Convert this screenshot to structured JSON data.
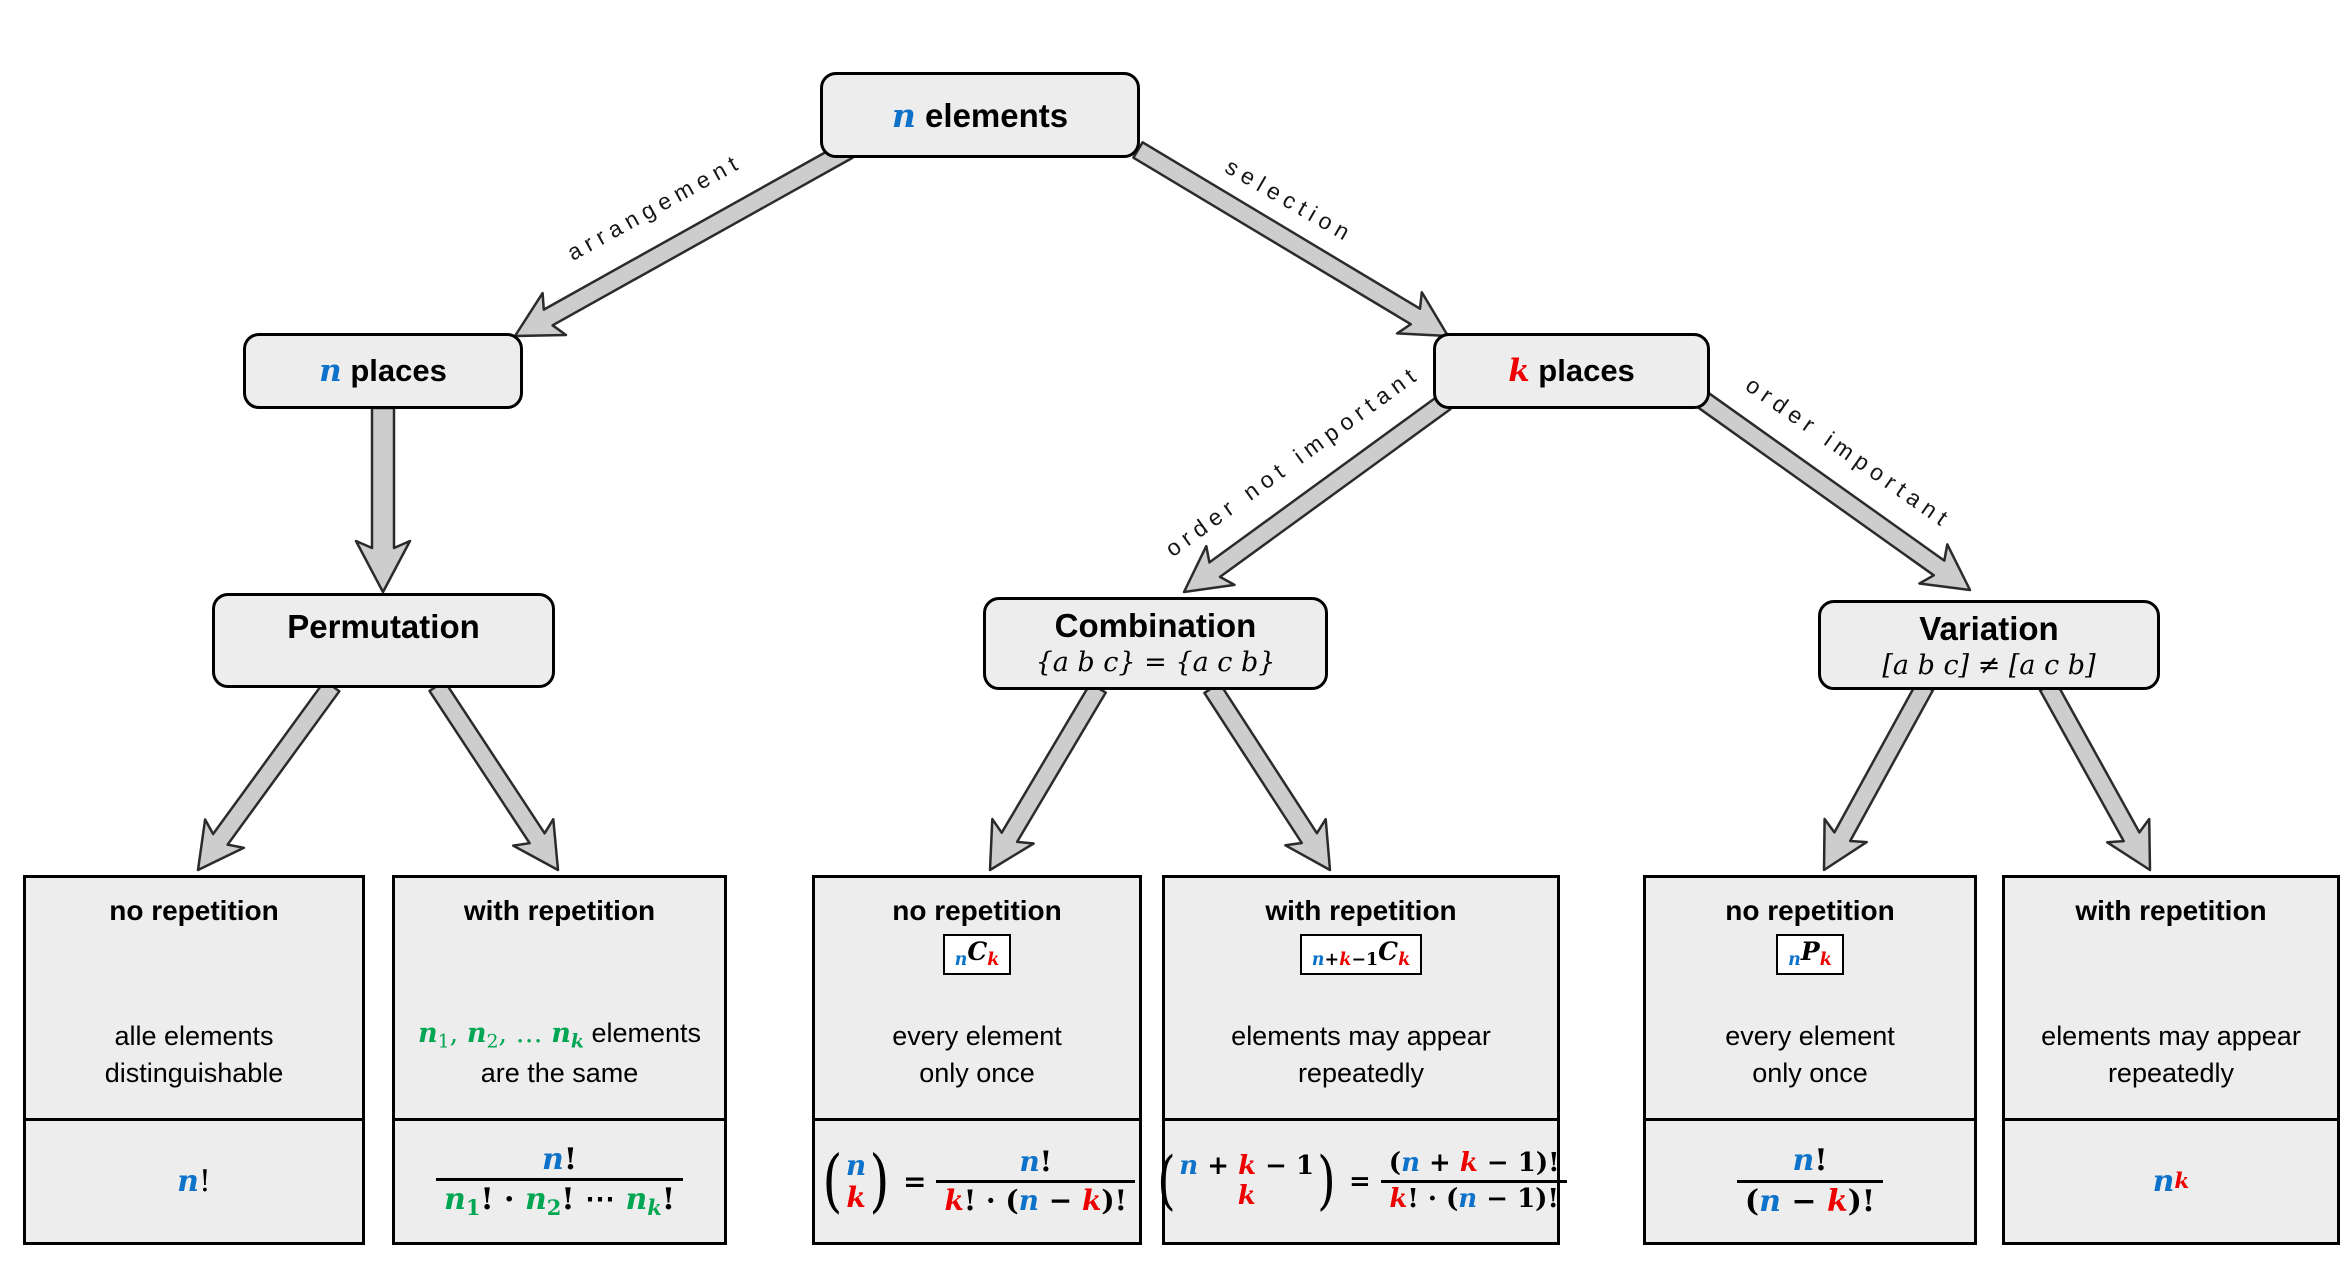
{
  "colors": {
    "n_blue": "#0d72c9",
    "k_red": "#ee0000",
    "green": "#00a651",
    "node_fill": "#ededed",
    "arrow_fill": "#cdcdcd"
  },
  "root": {
    "var": "n",
    "label": " elements"
  },
  "edges": {
    "arrangement": "arrangement",
    "selection": "selection",
    "order_not_important": "order not important",
    "order_important": "order important"
  },
  "places": {
    "n": {
      "var": "n",
      "label": " places"
    },
    "k": {
      "var": "k",
      "label": " places"
    }
  },
  "categories": {
    "permutation": {
      "title": "Permutation"
    },
    "combination": {
      "title": "Combination",
      "example": "{a b c} = {a c b}"
    },
    "variation": {
      "title": "Variation",
      "example": "[a b c] ≠ [a c b]"
    }
  },
  "symbols": {
    "lparen": "(",
    "rparen": ")",
    "equals": "="
  },
  "leaves": {
    "perm_no_rep": {
      "title": "no repetition",
      "desc1": "alle elements",
      "desc2": "distinguishable",
      "formula": [
        {
          "t": "n",
          "c": "v b"
        },
        {
          "t": "!",
          "c": "ser"
        }
      ]
    },
    "perm_with_rep": {
      "title": "with repetition",
      "desc1_tokens": [
        {
          "t": "n",
          "c": "v g"
        },
        {
          "t": "1",
          "c": "g ser sub"
        },
        {
          "t": ", ",
          "c": "g ser"
        },
        {
          "t": "n",
          "c": "v g"
        },
        {
          "t": "2",
          "c": "g ser sub"
        },
        {
          "t": ", … ",
          "c": "g ser"
        },
        {
          "t": "n",
          "c": "v g"
        },
        {
          "t": "k",
          "c": "v g sub"
        },
        {
          "t": " elements",
          "c": ""
        }
      ],
      "desc2": "are the same",
      "num": [
        {
          "t": "n",
          "c": "v b"
        },
        {
          "t": "!",
          "c": "bd"
        }
      ],
      "den": [
        {
          "t": "n",
          "c": "v g"
        },
        {
          "t": "1",
          "c": "g bd sub"
        },
        {
          "t": "! · ",
          "c": "bd"
        },
        {
          "t": "n",
          "c": "v g"
        },
        {
          "t": "2",
          "c": "g bd sub"
        },
        {
          "t": "! ⋯ ",
          "c": "bd"
        },
        {
          "t": "n",
          "c": "v g"
        },
        {
          "t": "k",
          "c": "v g sub"
        },
        {
          "t": "!",
          "c": "bd"
        }
      ]
    },
    "comb_no_rep": {
      "title": "no repetition",
      "badge": [
        {
          "t": "n",
          "c": "v b sub"
        },
        {
          "t": "C",
          "c": "v"
        },
        {
          "t": "k",
          "c": "v r sub"
        }
      ],
      "desc1": "every element",
      "desc2": "only once",
      "binom_top": [
        {
          "t": "n",
          "c": "v b"
        }
      ],
      "binom_bottom": [
        {
          "t": "k",
          "c": "v r"
        }
      ],
      "num": [
        {
          "t": "n",
          "c": "v b"
        },
        {
          "t": "!",
          "c": "bd"
        }
      ],
      "den": [
        {
          "t": "k",
          "c": "v r"
        },
        {
          "t": "! · (",
          "c": "bd"
        },
        {
          "t": "n",
          "c": "v b"
        },
        {
          "t": " − ",
          "c": "bd"
        },
        {
          "t": "k",
          "c": "v r"
        },
        {
          "t": ")!",
          "c": "bd"
        }
      ]
    },
    "comb_with_rep": {
      "title": "with repetition",
      "badge": [
        {
          "t": "n",
          "c": "v b sub"
        },
        {
          "t": "+",
          "c": "bd sub"
        },
        {
          "t": "k",
          "c": "v r sub"
        },
        {
          "t": "−1",
          "c": "bd sub"
        },
        {
          "t": "C",
          "c": "v"
        },
        {
          "t": "k",
          "c": "v r sub"
        }
      ],
      "desc1": "elements may appear",
      "desc2": "repeatedly",
      "binom_top": [
        {
          "t": "n",
          "c": "v b"
        },
        {
          "t": " + ",
          "c": "bd"
        },
        {
          "t": "k",
          "c": "v r"
        },
        {
          "t": " − ",
          "c": "bd"
        },
        {
          "t": "1",
          "c": "bd"
        }
      ],
      "binom_bottom": [
        {
          "t": "k",
          "c": "v r"
        }
      ],
      "num": [
        {
          "t": "(",
          "c": "bd"
        },
        {
          "t": "n",
          "c": "v b"
        },
        {
          "t": " + ",
          "c": "bd"
        },
        {
          "t": "k",
          "c": "v r"
        },
        {
          "t": " − ",
          "c": "bd"
        },
        {
          "t": "1",
          "c": "bd"
        },
        {
          "t": ")!",
          "c": "bd"
        }
      ],
      "den": [
        {
          "t": "k",
          "c": "v r"
        },
        {
          "t": "! · (",
          "c": "bd"
        },
        {
          "t": "n",
          "c": "v b"
        },
        {
          "t": " − 1)!",
          "c": "bd"
        }
      ]
    },
    "var_no_rep": {
      "title": "no repetition",
      "badge": [
        {
          "t": "n",
          "c": "v b sub"
        },
        {
          "t": "P",
          "c": "v"
        },
        {
          "t": "k",
          "c": "v r sub"
        }
      ],
      "desc1": "every element",
      "desc2": "only once",
      "num": [
        {
          "t": "n",
          "c": "v b"
        },
        {
          "t": "!",
          "c": "bd"
        }
      ],
      "den": [
        {
          "t": "(",
          "c": "bd"
        },
        {
          "t": "n",
          "c": "v b"
        },
        {
          "t": " − ",
          "c": "bd"
        },
        {
          "t": "k",
          "c": "v r"
        },
        {
          "t": ")!",
          "c": "bd"
        }
      ]
    },
    "var_with_rep": {
      "title": "with repetition",
      "desc1": "elements may appear",
      "desc2": "repeatedly",
      "formula": [
        {
          "t": "n",
          "c": "v b"
        },
        {
          "t": "k",
          "c": "v r sup"
        }
      ]
    }
  }
}
